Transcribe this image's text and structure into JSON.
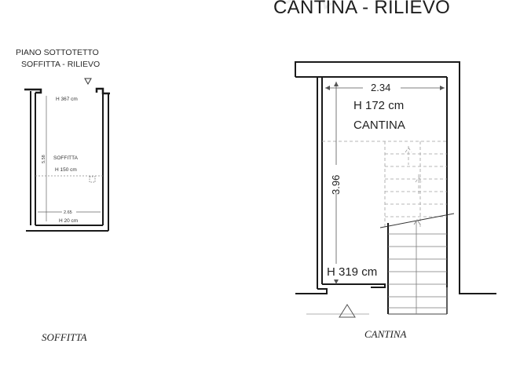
{
  "header": {
    "title": "CANTINA - RILIEVO"
  },
  "attic_plan": {
    "floor_label": "PIANO SOTTOTETTO",
    "plan_label": "SOFFITTA - RILIEVO",
    "height_top": "H 367 cm",
    "room_name": "SOFFITTA",
    "room_height": "H 150 cm",
    "side_dimension": "5.58",
    "width_dimension": "2.65",
    "height_bottom": "H 20 cm",
    "caption": "SOFFITTA"
  },
  "cellar_plan": {
    "width_dimension": "2.34",
    "room_height": "H 172 cm",
    "room_name": "CANTINA",
    "side_dimension": "3.96",
    "height_bottom": "H 319 cm",
    "caption": "CANTINA"
  },
  "colors": {
    "wall": "#1a1a1a",
    "dimension_line": "#555555",
    "stair_dashed": "#9a9a9a",
    "watermark": "#ededed"
  }
}
